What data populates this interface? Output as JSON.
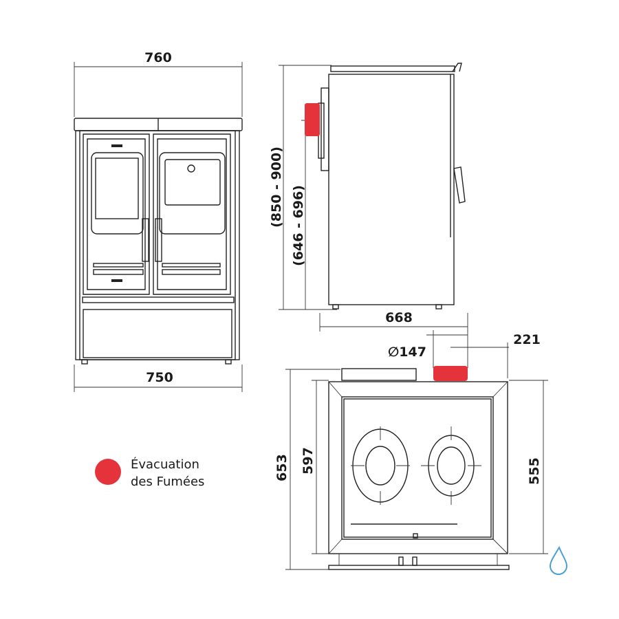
{
  "dimensions": {
    "front_top_width": "760",
    "front_bottom_width": "750",
    "side_total_height": "(850 - 900)",
    "side_flue_height": "(646 - 696)",
    "side_depth": "668",
    "flue_diameter": "∅147",
    "flue_offset": "221",
    "top_total_depth": "653",
    "top_frame_depth": "597",
    "top_flue_to_front": "555"
  },
  "legend": {
    "line1": "Évacuation",
    "line2": "des Fumées",
    "color": "#e5333b"
  },
  "colors": {
    "flue": "#e5333b",
    "line": "#222222",
    "watermark": "#4a9fd8"
  }
}
